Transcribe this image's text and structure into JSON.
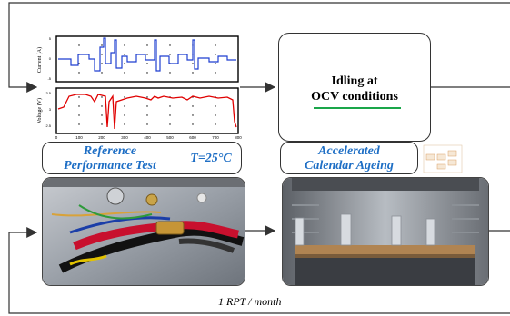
{
  "idle_box": {
    "line1": "Idling at",
    "line2": "OCV conditions"
  },
  "rpt_label": {
    "line1": "Reference",
    "line2": "Performance Test",
    "temp": "T=25°C"
  },
  "calendar_label": {
    "line1": "Accelerated",
    "line2": "Calendar Ageing"
  },
  "loop_label": "1 RPT / month",
  "current_plot": {
    "ylabel": "Current (A)"
  },
  "voltage_plot": {
    "ylabel": "Voltage (V)",
    "xticks": [
      "0",
      "100",
      "200",
      "300",
      "400",
      "500",
      "600",
      "700",
      "800"
    ]
  },
  "colors": {
    "current_trace": "#1f3fd0",
    "voltage_trace": "#e00000",
    "label_blue": "#1f6fc5",
    "idle_line": "#1aa64a"
  }
}
